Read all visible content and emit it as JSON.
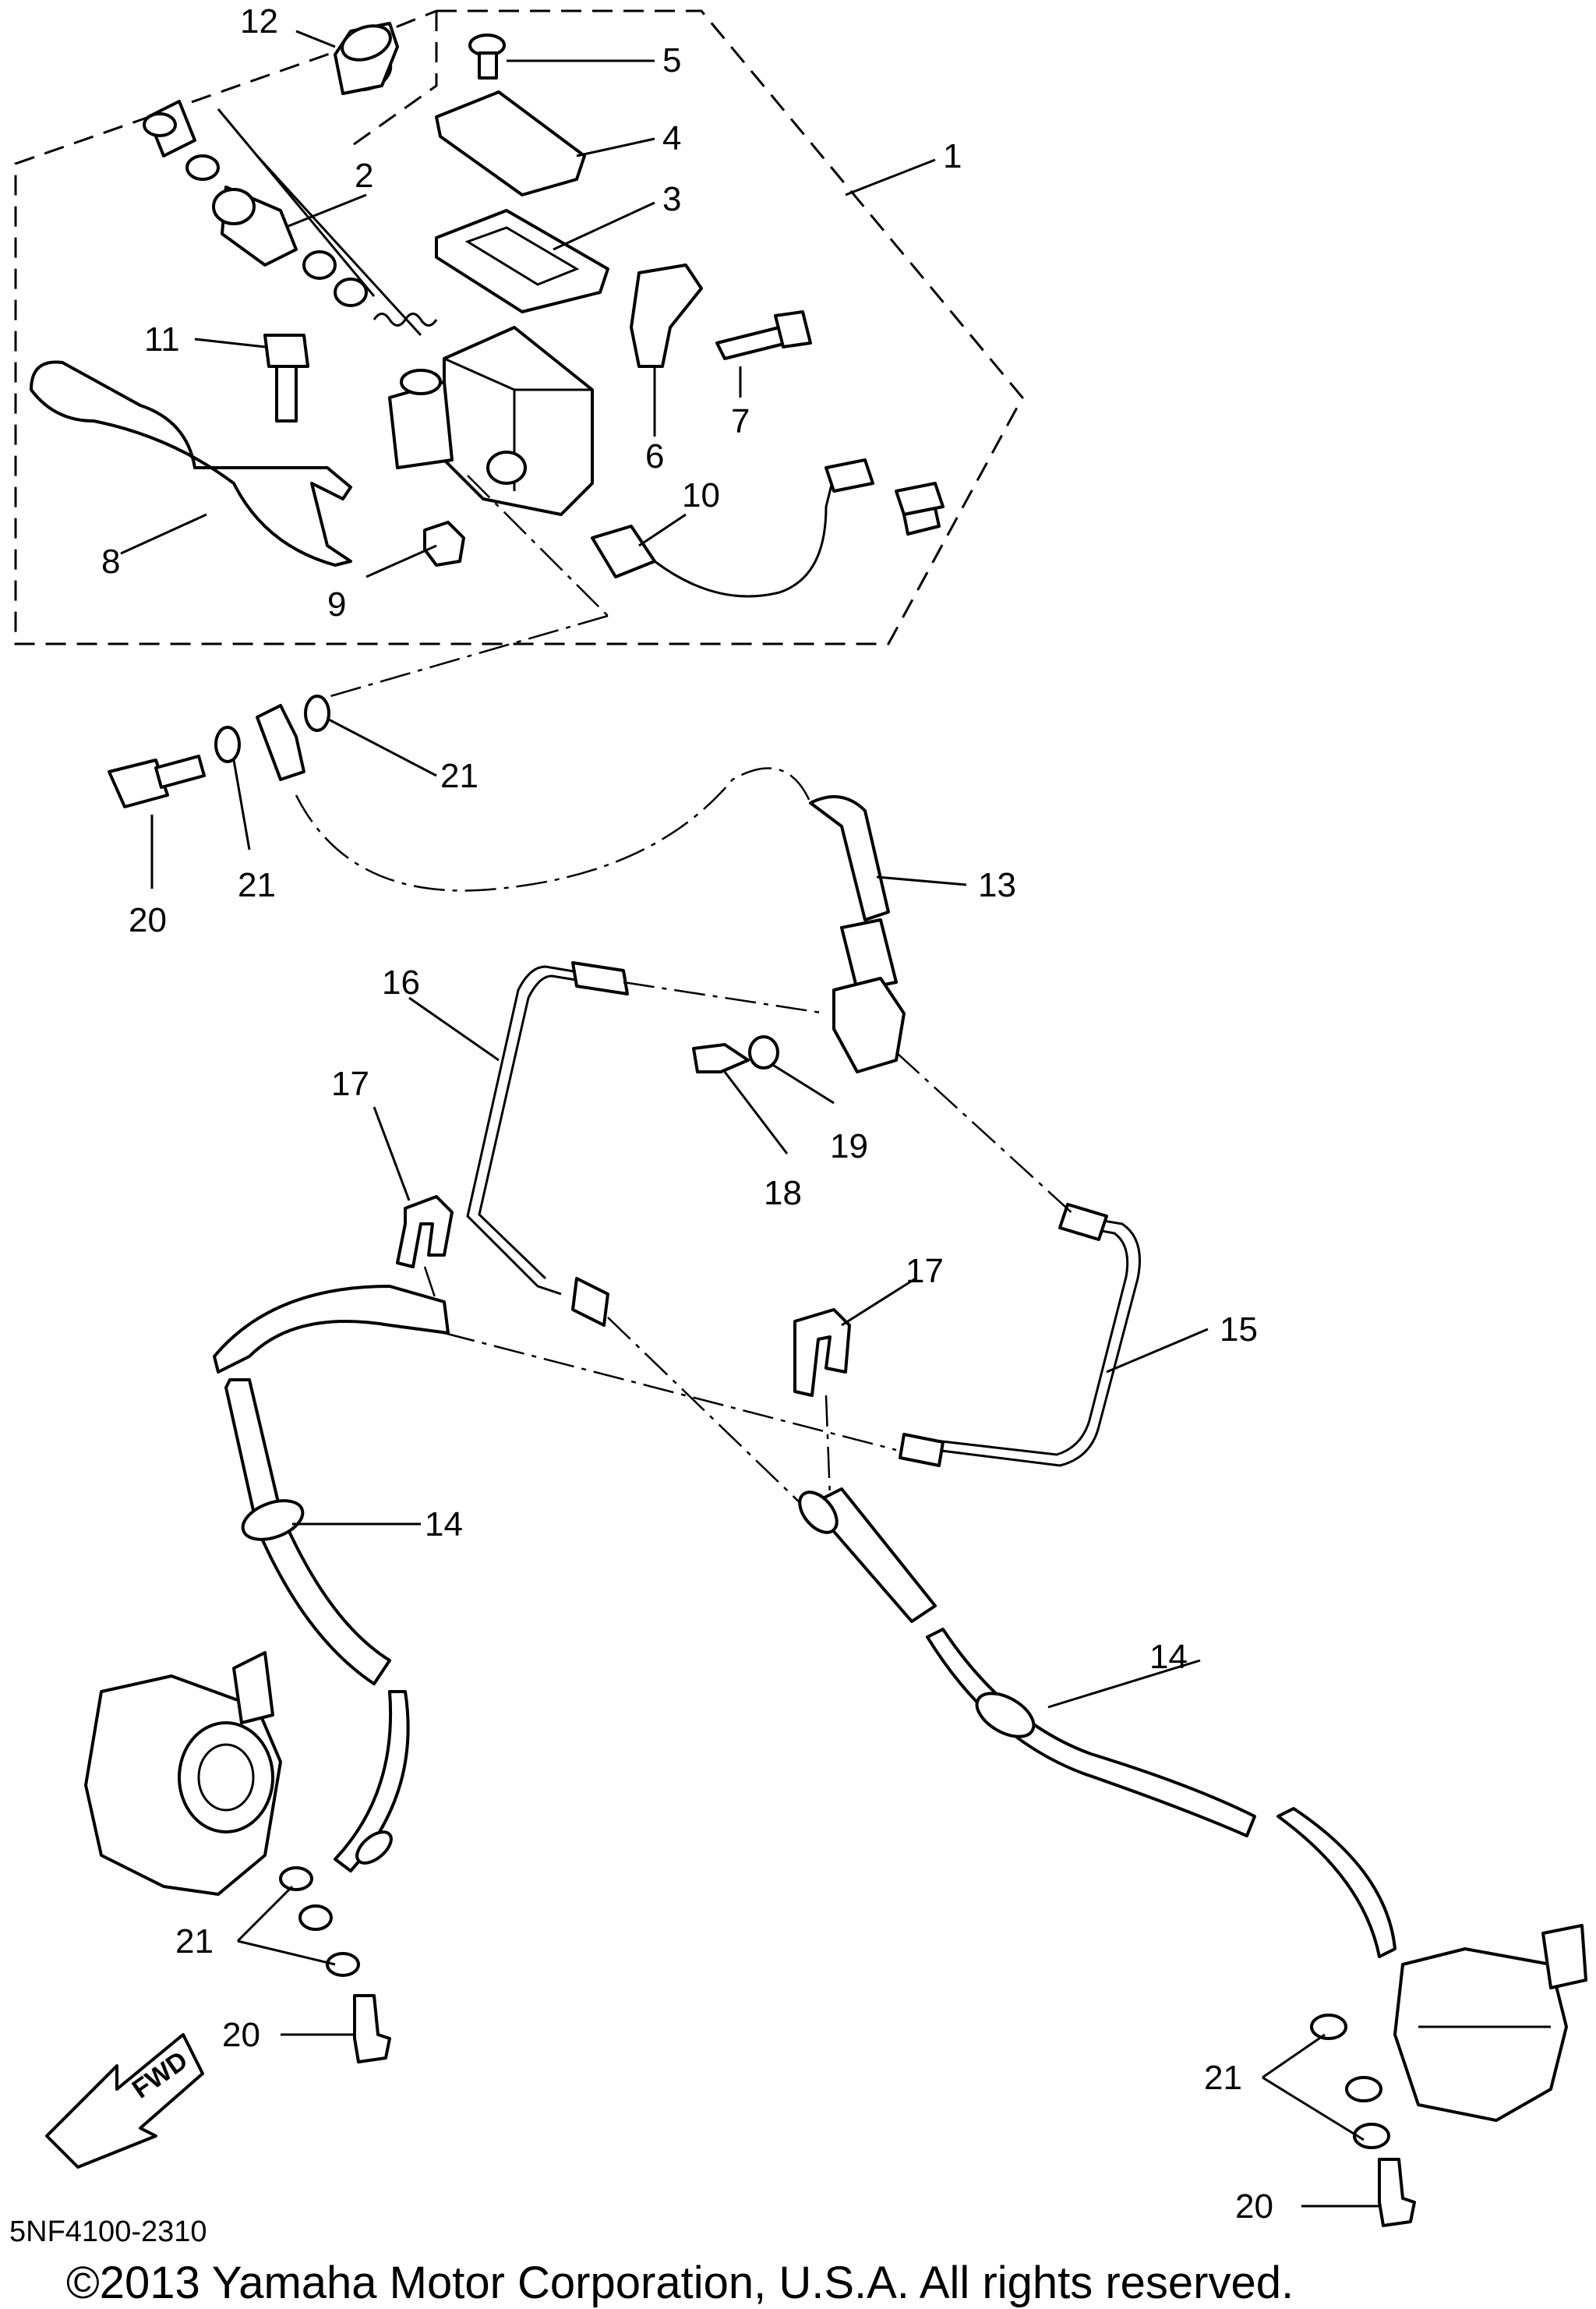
{
  "diagram": {
    "code": "5NF4100-2310",
    "copyright": "©2013 Yamaha Motor Corporation, U.S.A. All rights reserved.",
    "fwd_label": "FWD",
    "callouts": {
      "c1": "1",
      "c2": "2",
      "c3": "3",
      "c4": "4",
      "c5": "5",
      "c6": "6",
      "c7": "7",
      "c8": "8",
      "c9": "9",
      "c10": "10",
      "c11": "11",
      "c12": "12",
      "c13": "13",
      "c14a": "14",
      "c14b": "14",
      "c15": "15",
      "c16": "16",
      "c17a": "17",
      "c17b": "17",
      "c18": "18",
      "c19": "19",
      "c20a": "20",
      "c20b": "20",
      "c20c": "20",
      "c21a": "21",
      "c21b": "21",
      "c21c": "21",
      "c21d": "21"
    }
  }
}
